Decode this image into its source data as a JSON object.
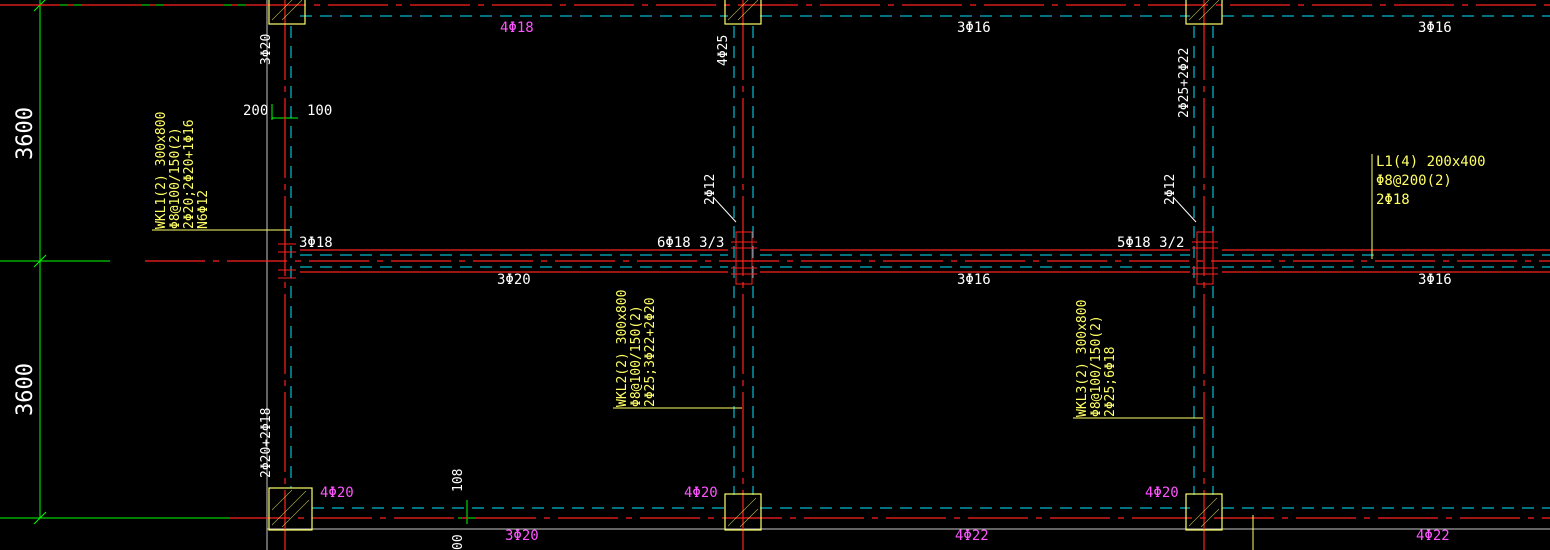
{
  "drawing": {
    "dimensions": {
      "upper": "3600",
      "lower": "3600"
    },
    "offsets": {
      "left": "200",
      "right": "100"
    },
    "colors": {
      "red": "#ff2020",
      "cyan": "#00e5ff",
      "yellow": "#ffff66",
      "magenta": "#ff55ff",
      "green": "#00ff00",
      "white": "#ffffff",
      "background": "#000000"
    },
    "column_labels": {
      "c1": "4Φ18",
      "c2": "4Φ20",
      "c3": "4Φ20",
      "c4": "4Φ20"
    },
    "top_labels": {
      "t2": "3Φ16",
      "t3": "3Φ16"
    },
    "mid_labels": {
      "m1": "3Φ18",
      "m2": "6Φ18 3/3",
      "m3": "5Φ18 3/2"
    },
    "bot_labels": {
      "b1": "3Φ20",
      "b2": "3Φ16",
      "b3": "3Φ16"
    },
    "vert_labels": {
      "v1": "3Φ20",
      "v2": "4Φ25",
      "v3": "2Φ25+2Φ22",
      "v4": "2Φ12",
      "v5": "2Φ12",
      "v6": "2Φ20+2Φ18",
      "v7": "108",
      "v8": "00"
    },
    "bottom_row": {
      "a": "3Φ20",
      "b": "4Φ22",
      "c": "4Φ22"
    },
    "beams": {
      "wkl1": [
        "WKL1(2) 300x800",
        "Φ8@100/150(2)",
        "2Φ20;2Φ20+1Φ16",
        "N6Φ12"
      ],
      "wkl2": [
        "WKL2(2) 300x800",
        "Φ8@100/150(2)",
        "2Φ25;3Φ22+2Φ20"
      ],
      "wkl3": [
        "WKL3(2) 300x800",
        "Φ8@100/150(2)",
        "2Φ25;6Φ18"
      ],
      "l1": [
        "L1(4) 200x400",
        "Φ8@200(2)",
        "2Φ18"
      ]
    }
  }
}
